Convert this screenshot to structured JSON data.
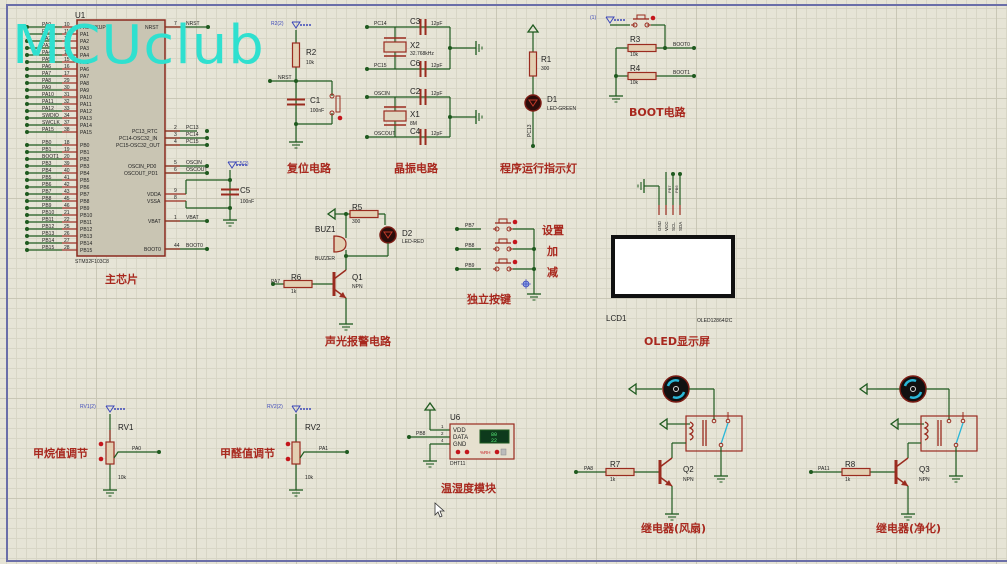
{
  "watermark": "MCUclub",
  "mcu": {
    "ref": "U1",
    "part": "STM32F103C8",
    "title": "主芯片",
    "left_pins": [
      {
        "net": "PA0",
        "num": "10",
        "name": "PA0-WKUP"
      },
      {
        "net": "PA1",
        "num": "11",
        "name": "PA1"
      },
      {
        "net": "PA2",
        "num": "12",
        "name": "PA2"
      },
      {
        "net": "PA3",
        "num": "13",
        "name": "PA3"
      },
      {
        "net": "PA4",
        "num": "14",
        "name": "PA4"
      },
      {
        "net": "PA5",
        "num": "15",
        "name": "PA5"
      },
      {
        "net": "PA6",
        "num": "16",
        "name": "PA6"
      },
      {
        "net": "PA7",
        "num": "17",
        "name": "PA7"
      },
      {
        "net": "PA8",
        "num": "29",
        "name": "PA8"
      },
      {
        "net": "PA9",
        "num": "30",
        "name": "PA9"
      },
      {
        "net": "PA10",
        "num": "31",
        "name": "PA10"
      },
      {
        "net": "PA11",
        "num": "32",
        "name": "PA11"
      },
      {
        "net": "PA12",
        "num": "33",
        "name": "PA12"
      },
      {
        "net": "SWDIO",
        "num": "34",
        "name": "PA13"
      },
      {
        "net": "SWCLK",
        "num": "37",
        "name": "PA14"
      },
      {
        "net": "PA15",
        "num": "38",
        "name": "PA15"
      },
      {
        "net": "PB0",
        "num": "18",
        "name": "PB0"
      },
      {
        "net": "PB1",
        "num": "19",
        "name": "PB1"
      },
      {
        "net": "BOOT1",
        "num": "20",
        "name": "PB2"
      },
      {
        "net": "PB3",
        "num": "39",
        "name": "PB3"
      },
      {
        "net": "PB4",
        "num": "40",
        "name": "PB4"
      },
      {
        "net": "PB5",
        "num": "41",
        "name": "PB5"
      },
      {
        "net": "PB6",
        "num": "42",
        "name": "PB6"
      },
      {
        "net": "PB7",
        "num": "43",
        "name": "PB7"
      },
      {
        "net": "PB8",
        "num": "45",
        "name": "PB8"
      },
      {
        "net": "PB9",
        "num": "46",
        "name": "PB9"
      },
      {
        "net": "PB10",
        "num": "21",
        "name": "PB10"
      },
      {
        "net": "PB11",
        "num": "22",
        "name": "PB11"
      },
      {
        "net": "PB12",
        "num": "25",
        "name": "PB12"
      },
      {
        "net": "PB13",
        "num": "26",
        "name": "PB13"
      },
      {
        "net": "PB14",
        "num": "27",
        "name": "PB14"
      },
      {
        "net": "PB15",
        "num": "28",
        "name": "PB15"
      }
    ],
    "right_pins": {
      "nrst": {
        "name": "NRST",
        "num": "7",
        "net": "NRST"
      },
      "pc13": {
        "name": "PC13_RTC",
        "num": "2",
        "net": "PC13"
      },
      "pc14": {
        "name": "PC14-OSC32_IN",
        "num": "3",
        "net": "PC14"
      },
      "pc15": {
        "name": "PC15-OSC32_OUT",
        "num": "4",
        "net": "PC15"
      },
      "oscin": {
        "name": "OSCIN_PD0",
        "num": "5",
        "net": "OSCIN"
      },
      "oscout": {
        "name": "OSCOUT_PD1",
        "num": "6",
        "net": "OSCOUT"
      },
      "vdda": {
        "name": "VDDA",
        "num": "9"
      },
      "vssa": {
        "name": "VSSA",
        "num": "8"
      },
      "vbat": {
        "name": "VBAT",
        "num": "1",
        "net": "VBAT"
      },
      "boot0": {
        "name": "BOOT0",
        "num": "44",
        "net": "BOOT0"
      }
    },
    "c5": {
      "ref": "C5",
      "value": "100nF",
      "probe": "C5(2)"
    }
  },
  "reset": {
    "title": "复位电路",
    "r_ref": "R2",
    "r_val": "10k",
    "c_ref": "C1",
    "c_val": "100nF",
    "net": "NRST",
    "probe": "R2(2)"
  },
  "crystal": {
    "title": "晶振电路",
    "x2": {
      "ref": "X2",
      "val": "32.768kHz"
    },
    "x1": {
      "ref": "X1",
      "val": "8M"
    },
    "caps": [
      {
        "ref": "C3",
        "val": "12pF"
      },
      {
        "ref": "C6",
        "val": "12pF"
      },
      {
        "ref": "C2",
        "val": "12pF"
      },
      {
        "ref": "C4",
        "val": "12pF"
      }
    ],
    "nets": {
      "pc14": "PC14",
      "pc15": "PC15",
      "oscin": "OSCIN",
      "oscout": "OSCOUT"
    }
  },
  "run_led": {
    "title": "程序运行指示灯",
    "r_ref": "R1",
    "r_val": "300",
    "d_ref": "D1",
    "d_val": "LED-GREEN",
    "net": "PC13"
  },
  "boot": {
    "title": "BOOT电路",
    "probe": "(1)",
    "r3": {
      "ref": "R3",
      "val": "10k"
    },
    "r4": {
      "ref": "R4",
      "val": "10k"
    },
    "net0": "BOOT0",
    "net1": "BOOT1"
  },
  "alarm": {
    "title": "声光报警电路",
    "buz_ref": "BUZ1",
    "buz_val": "BUZZER",
    "r5": {
      "ref": "R5",
      "val": "300"
    },
    "d2": {
      "ref": "D2",
      "val": "LED-RED"
    },
    "r6": {
      "ref": "R6",
      "val": "1k"
    },
    "q1": {
      "ref": "Q1",
      "val": "NPN"
    },
    "net": "PA7"
  },
  "keys": {
    "title": "独立按键",
    "nets": [
      "PB7",
      "PB8",
      "PB9"
    ],
    "labels": [
      "设置",
      "加",
      "减"
    ]
  },
  "oled": {
    "title": "OLED显示屏",
    "ref": "LCD1",
    "part": "OLED12864I2C",
    "pins": [
      "GND",
      "VCC",
      "SCL",
      "SDA"
    ],
    "nets": [
      "PB7",
      "PB6"
    ]
  },
  "pot1": {
    "title": "甲烷值调节",
    "ref": "RV1",
    "val": "10k",
    "net": "PA0",
    "probe": "RV1(2)"
  },
  "pot2": {
    "title": "甲醛值调节",
    "ref": "RV2",
    "val": "10k",
    "net": "PA1",
    "probe": "RV2(2)"
  },
  "dht": {
    "title": "温湿度模块",
    "ref": "U6",
    "part": "DHT11",
    "pins": [
      {
        "num": "1",
        "name": "VDD"
      },
      {
        "num": "2",
        "name": "DATA"
      },
      {
        "num": "4",
        "name": "GND"
      }
    ],
    "net": "PB8",
    "display": [
      "80",
      "22"
    ],
    "unit": "%RH"
  },
  "relay_fan": {
    "title": "继电器(风扇)",
    "r": {
      "ref": "R7",
      "val": "1k"
    },
    "q": {
      "ref": "Q2",
      "val": "NPN"
    },
    "net": "PA8"
  },
  "relay_purify": {
    "title": "继电器(净化)",
    "r": {
      "ref": "R8",
      "val": "1k"
    },
    "q": {
      "ref": "Q3",
      "val": "NPN"
    },
    "net": "PA11"
  }
}
